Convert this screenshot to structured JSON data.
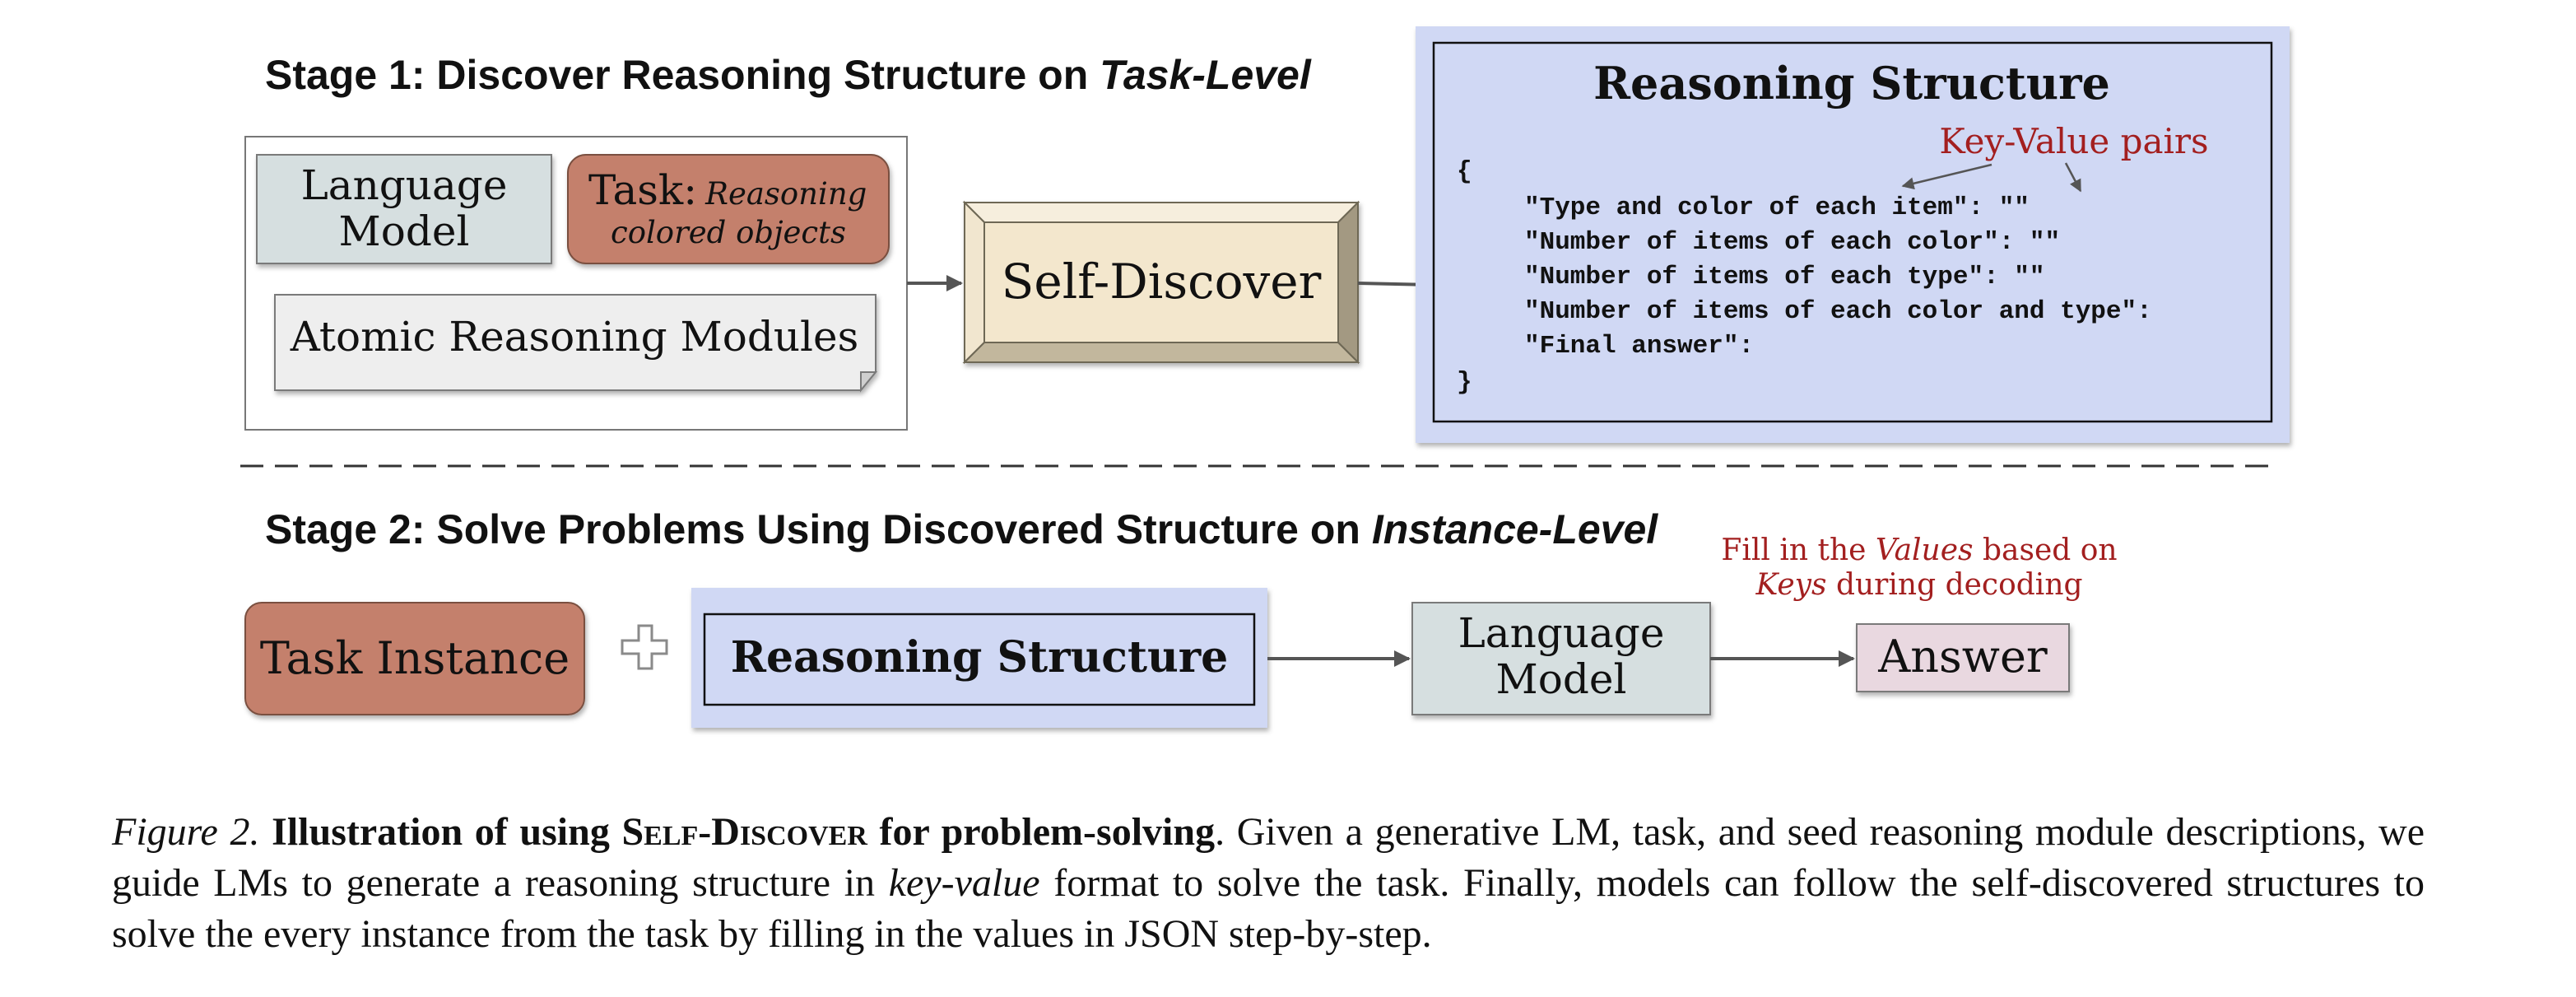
{
  "stage1": {
    "title_prefix": "Stage 1: Discover Reasoning Structure on ",
    "title_italic": "Task-Level"
  },
  "stage2": {
    "title_prefix": "Stage 2: Solve Problems Using Discovered Structure on ",
    "title_italic": "Instance-Level"
  },
  "inputs": {
    "language_model_line1": "Language",
    "language_model_line2": "Model",
    "task_label": "Task:",
    "task_desc_line1": "Reasoning",
    "task_desc_line2": "colored objects",
    "atomic_modules": "Atomic Reasoning Modules"
  },
  "self_discover": "Self-Discover",
  "reasoning_structure": {
    "title": "Reasoning Structure",
    "annotation": "Key-Value pairs",
    "open_brace": "{",
    "close_brace": "}",
    "lines": [
      "\"Type and color of each item\": \"\"",
      "\"Number of items of each color\": \"\"",
      "\"Number of items of each type\": \"\"",
      "\"Number of items of each color and type\":",
      "\"Final answer\":"
    ]
  },
  "stage2_flow": {
    "task_instance": "Task Instance",
    "reasoning_structure": "Reasoning Structure",
    "language_model_line1": "Language",
    "language_model_line2": "Model",
    "answer": "Answer",
    "fill_note_line1_a": "Fill in the ",
    "fill_note_line1_b": "Values",
    "fill_note_line1_c": " based on",
    "fill_note_line2_a": "Keys",
    "fill_note_line2_b": " during decoding"
  },
  "caption": {
    "label": "Figure 2.",
    "title_a": "Illustration of using ",
    "title_sc": "Self-Discover",
    "title_b": " for problem-solving",
    "text_a": ". Given a generative LM, task, and seed reasoning module descriptions, we guide LMs to generate a reasoning structure in ",
    "text_em": "key-value",
    "text_b": " format to solve the task. Finally, models can follow the self-discovered structures to solve the every instance from the task by filling in the values in JSON step-by-step."
  },
  "colors": {
    "structure_fill": "#d0d8f4",
    "task_fill": "#c4806c",
    "language_model_fill": "#d6dfe0",
    "self_discover_fill": "#f3e7cd",
    "answer_fill": "#e9d8e0",
    "annotation_red": "#a31f1f"
  }
}
